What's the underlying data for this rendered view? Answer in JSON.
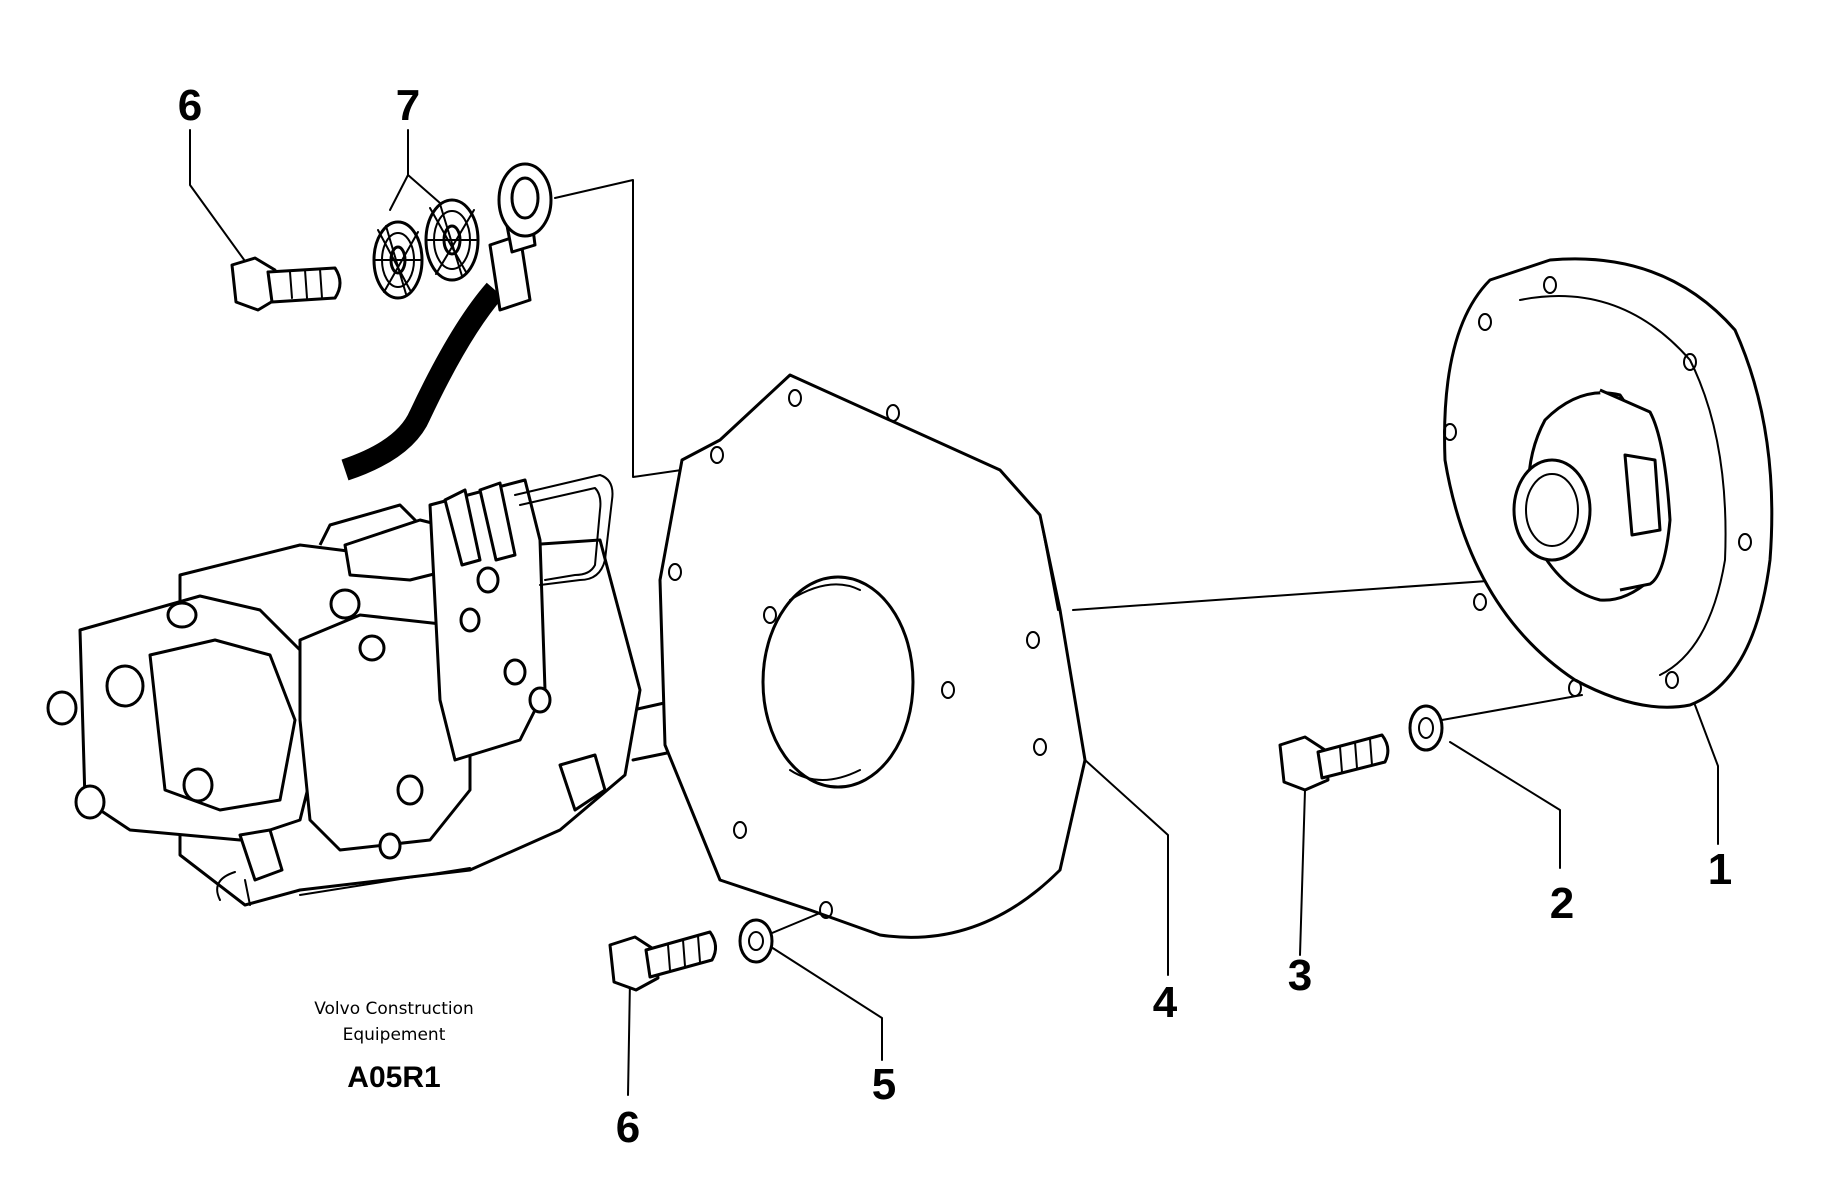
{
  "diagram": {
    "callouts": {
      "c6_top": "6",
      "c7": "7",
      "c1": "1",
      "c2": "2",
      "c3": "3",
      "c4": "4",
      "c5": "5",
      "c6_bottom": "6"
    },
    "caption": {
      "line1": "Volvo Construction",
      "line2": "Equipement",
      "code": "A05R1"
    }
  }
}
